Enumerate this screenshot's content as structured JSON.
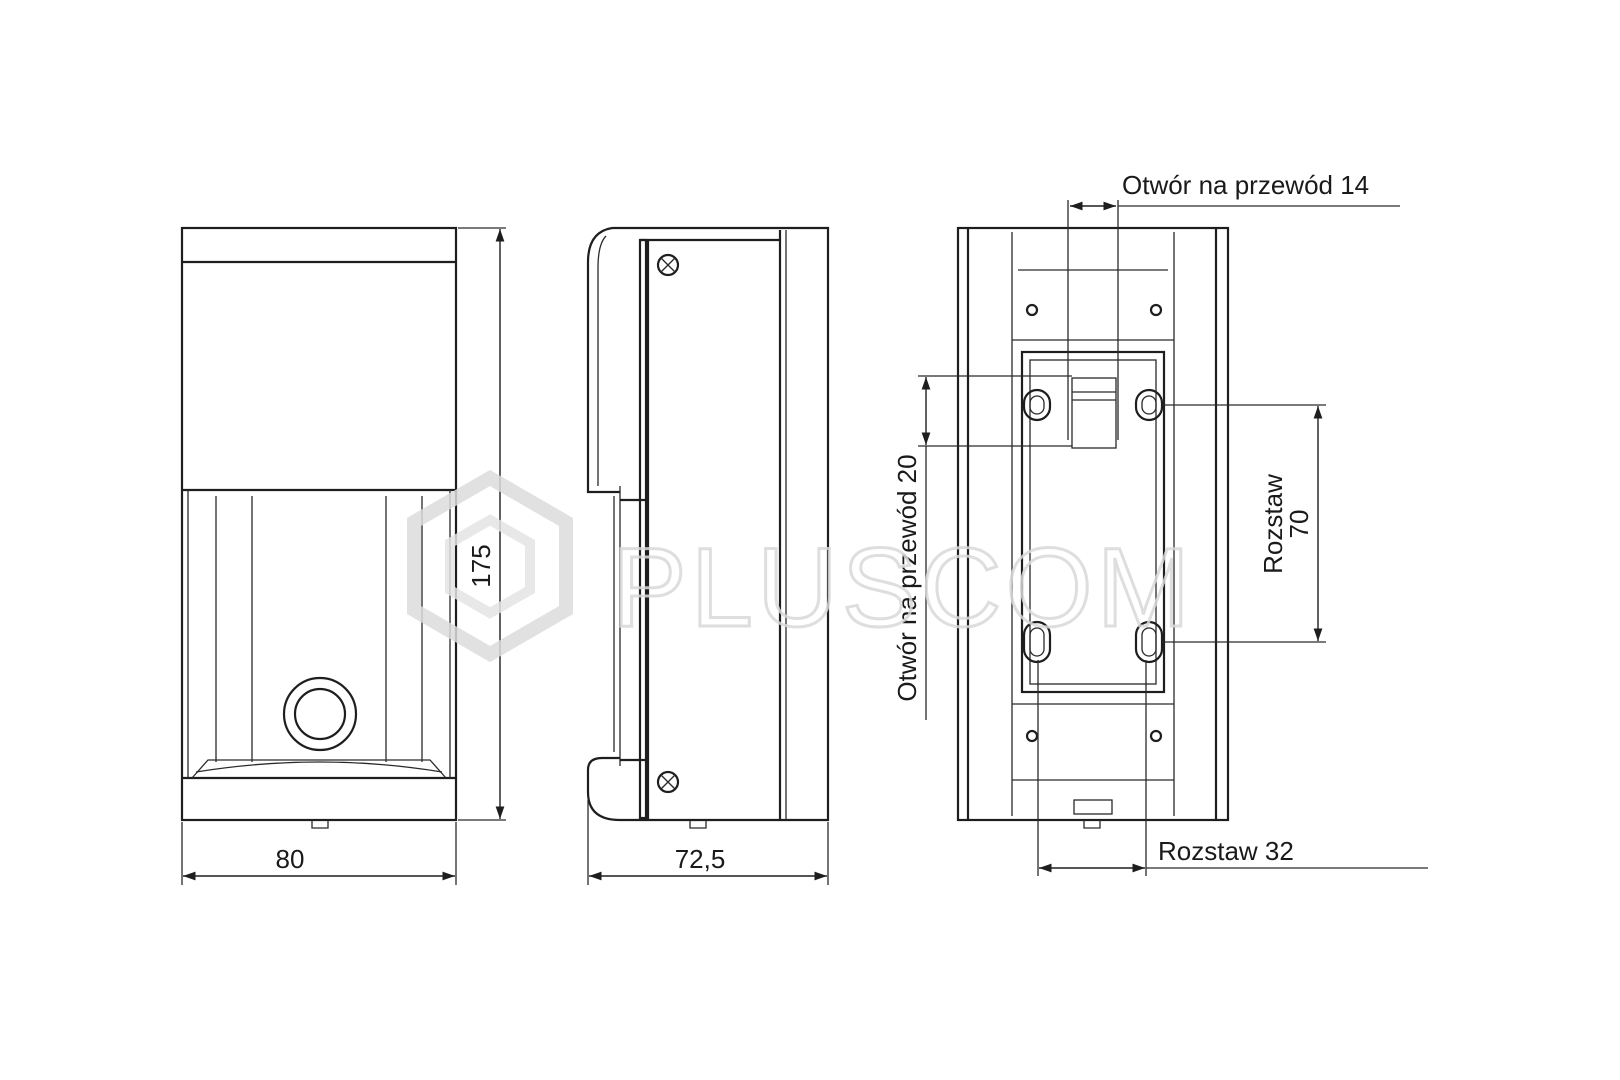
{
  "watermark": {
    "text": "PLUSCOM",
    "icon": "hexagon-logo-icon"
  },
  "views": {
    "front": {
      "width_label": "80",
      "height_label": "175"
    },
    "side": {
      "depth_label": "72,5"
    },
    "back": {
      "cable_hole_top_label": "Otwór na przewód 14",
      "cable_hole_left_label": "Otwór na przewód 20",
      "spacing_vertical_label_1": "Rozstaw",
      "spacing_vertical_label_2": "70",
      "spacing_horizontal_label": "Rozstaw 32"
    }
  },
  "colors": {
    "line": "#1e1e1e",
    "watermark": "#d9d9d9",
    "background": "#ffffff"
  }
}
